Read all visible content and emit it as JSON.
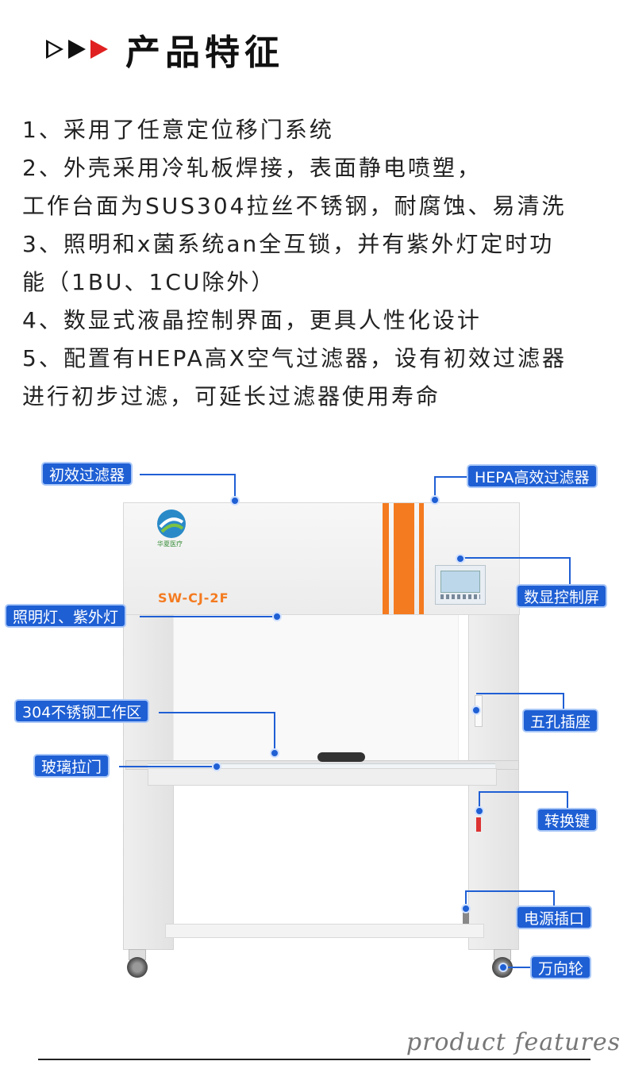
{
  "header": {
    "title": "产品特征"
  },
  "features": [
    "1、采用了任意定位移门系统",
    "2、外壳采用冷轧板焊接，表面静电喷塑，",
    "工作台面为SUS304拉丝不锈钢，耐腐蚀、易清洗",
    "3、照明和x菌系统an全互锁，并有紫外灯定时功",
    "能（1BU、1CU除外）",
    "4、数显式液晶控制界面，更具人性化设计",
    "5、配置有HEPA高X空气过滤器，设有初效过滤器",
    "进行初步过滤，可延长过滤器使用寿命"
  ],
  "machine": {
    "logo_text": "华夏医疗",
    "model": "SW-CJ-2F"
  },
  "labels": {
    "primary_filter": "初效过滤器",
    "hepa_filter": "HEPA高效过滤器",
    "display_screen": "数显控制屏",
    "lights": "照明灯、紫外灯",
    "worktop": "304不锈钢工作区",
    "outlet": "五孔插座",
    "glass_door": "玻璃拉门",
    "switch": "转换键",
    "power_socket": "电源插口",
    "wheels": "万向轮"
  },
  "footer": {
    "text": "product features"
  },
  "colors": {
    "accent_red": "#e02020",
    "tag_blue": "#1f5fd4",
    "stripe_orange": "#f47b20"
  }
}
